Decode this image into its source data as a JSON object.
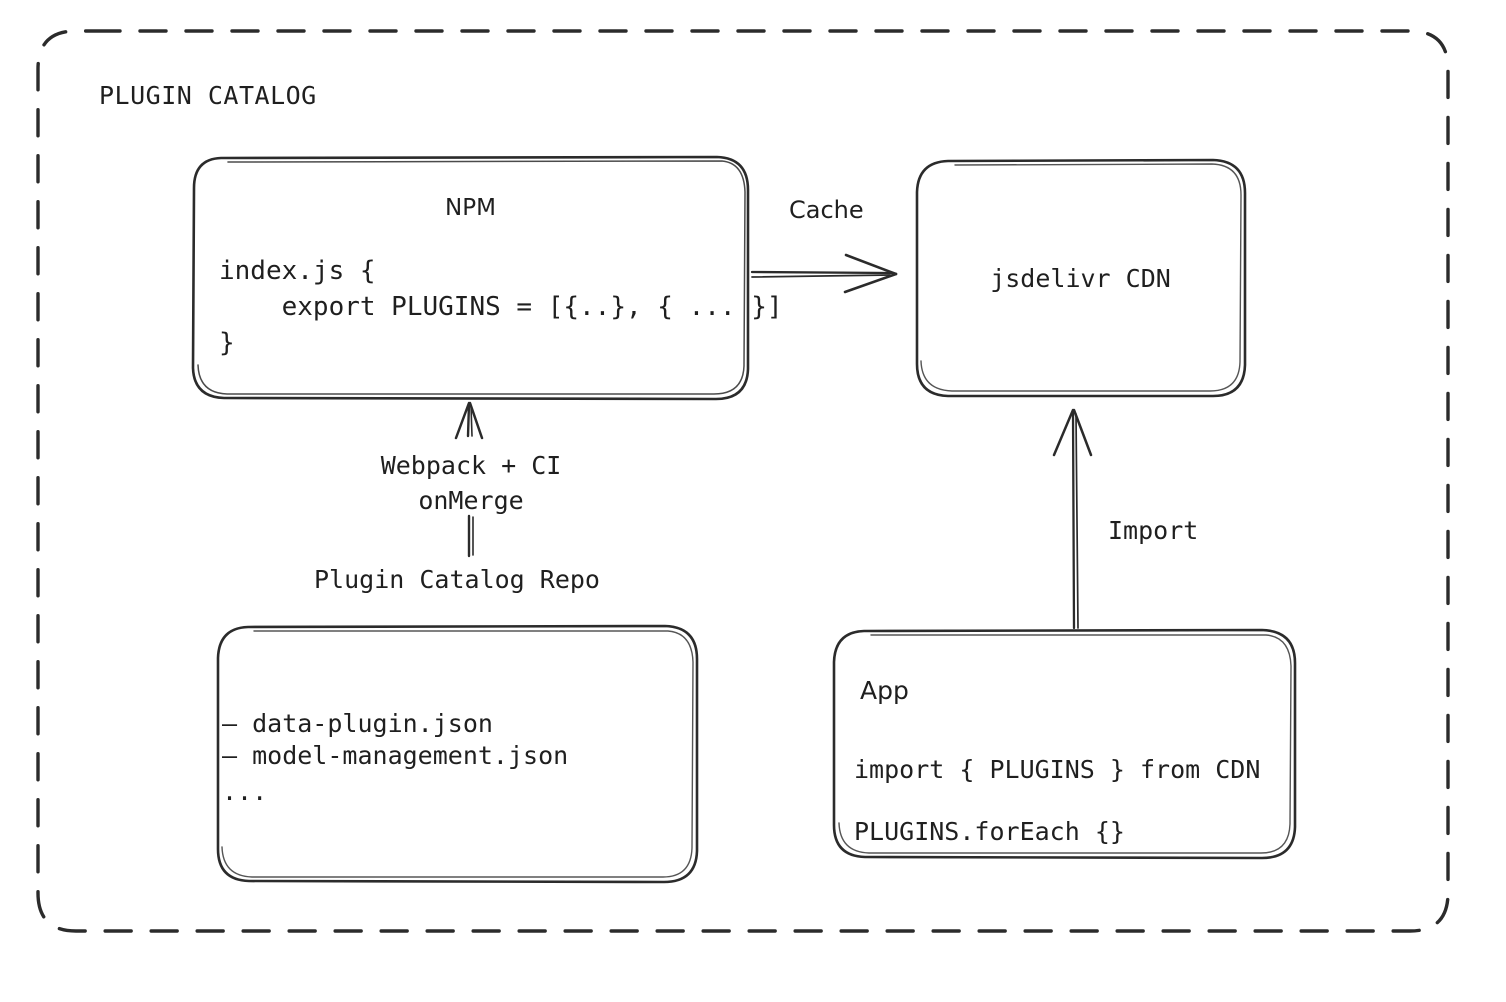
{
  "diagram": {
    "container": {
      "title": "PLUGIN CATALOG",
      "border_style": "dashed",
      "border_color": "#2b2b2b"
    },
    "background_color": "#ffffff",
    "ink_color": "#1f1f1f",
    "nodes": {
      "npm": {
        "title": "NPM",
        "code_lines": [
          "index.js {",
          "    export PLUGINS = [{..}, { ... }]",
          "}"
        ]
      },
      "cdn": {
        "title": "jsdelivr CDN"
      },
      "repo": {
        "caption": "Plugin Catalog Repo",
        "file_lines": [
          "– data-plugin.json",
          "– model-management.json",
          "..."
        ]
      },
      "app": {
        "title": "App",
        "code_lines": [
          "import { PLUGINS } from CDN",
          "PLUGINS.forEach {}"
        ]
      }
    },
    "edges": {
      "npm_to_cdn": {
        "label": "Cache",
        "direction": "right"
      },
      "repo_to_npm": {
        "label_line_1": "Webpack + CI",
        "label_line_2": "onMerge",
        "direction": "up"
      },
      "app_to_cdn": {
        "label": "Import",
        "direction": "up"
      }
    }
  }
}
